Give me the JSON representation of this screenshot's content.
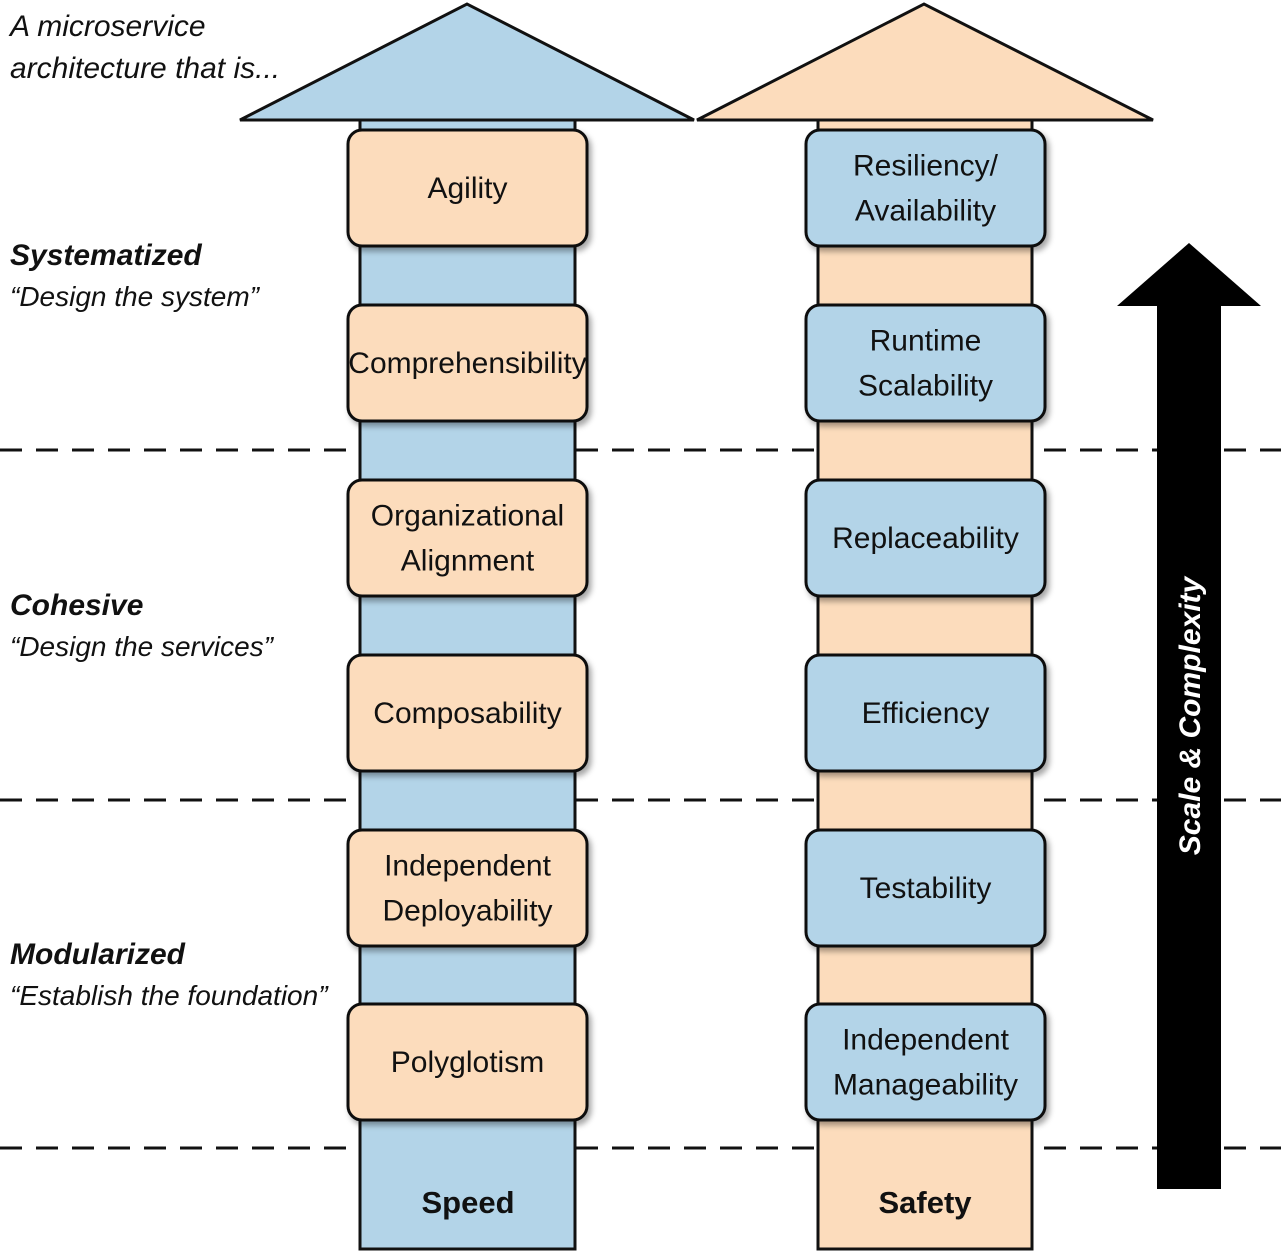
{
  "intro": {
    "line1": "A microservice",
    "line2": "architecture that is..."
  },
  "tiers": [
    {
      "name": "Systematized",
      "subtitle": "“Design the system”"
    },
    {
      "name": "Cohesive",
      "subtitle": "“Design the services”"
    },
    {
      "name": "Modularized",
      "subtitle": "“Establish the foundation”"
    }
  ],
  "speed": {
    "base_label": "Speed",
    "boxes": [
      {
        "lines": [
          "Agility"
        ]
      },
      {
        "lines": [
          "Comprehensibility"
        ]
      },
      {
        "lines": [
          "Organizational",
          "Alignment"
        ]
      },
      {
        "lines": [
          "Composability"
        ]
      },
      {
        "lines": [
          "Independent",
          "Deployability"
        ]
      },
      {
        "lines": [
          "Polyglotism"
        ]
      }
    ]
  },
  "safety": {
    "base_label": "Safety",
    "boxes": [
      {
        "lines": [
          "Resiliency/",
          "Availability"
        ]
      },
      {
        "lines": [
          "Runtime",
          "Scalability"
        ]
      },
      {
        "lines": [
          "Replaceability"
        ]
      },
      {
        "lines": [
          "Efficiency"
        ]
      },
      {
        "lines": [
          "Testability"
        ]
      },
      {
        "lines": [
          "Independent",
          "Manageability"
        ]
      }
    ]
  },
  "scale_arrow": {
    "label": "Scale & Complexity"
  },
  "colors": {
    "blue": "#b3d4e8",
    "peach": "#fcdcbc",
    "outline": "#111111",
    "arrow": "#000000"
  }
}
